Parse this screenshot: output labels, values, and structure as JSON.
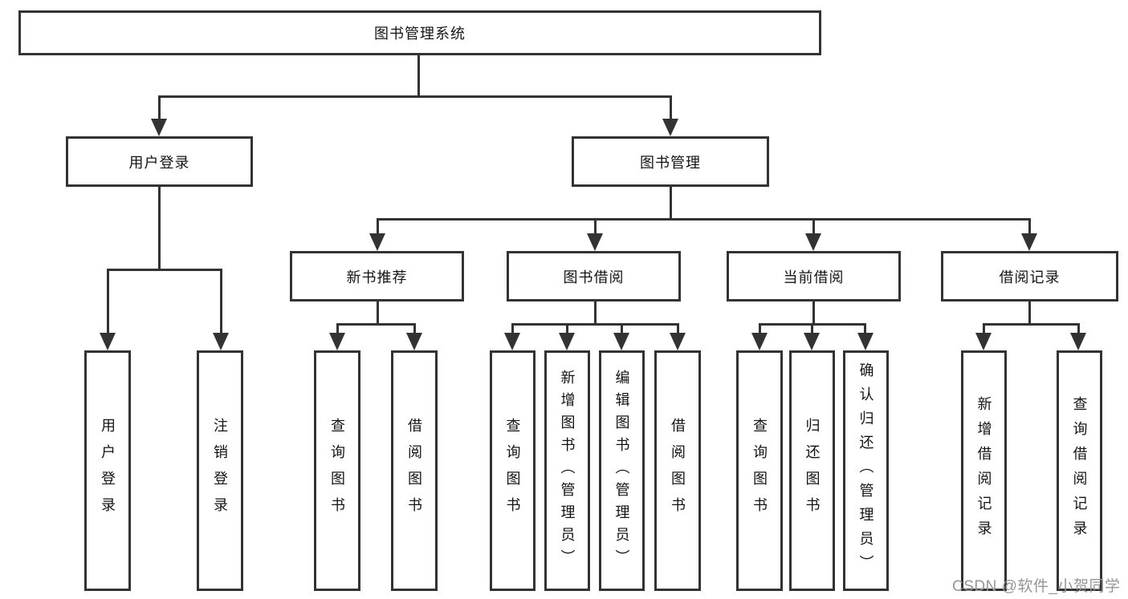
{
  "diagram": {
    "title": "图书管理系统",
    "root": {
      "label": "图书管理系统"
    },
    "branches": [
      {
        "label": "用户登录",
        "children": [
          {
            "label": "用户登录"
          },
          {
            "label": "注销登录"
          }
        ]
      },
      {
        "label": "图书管理",
        "children": [
          {
            "label": "新书推荐",
            "children": [
              {
                "label": "查询图书"
              },
              {
                "label": "借阅图书"
              }
            ]
          },
          {
            "label": "图书借阅",
            "children": [
              {
                "label": "查询图书"
              },
              {
                "label": "新增图书（管理员）"
              },
              {
                "label": "编辑图书（管理员）"
              },
              {
                "label": "借阅图书"
              }
            ]
          },
          {
            "label": "当前借阅",
            "children": [
              {
                "label": "查询图书"
              },
              {
                "label": "归还图书"
              },
              {
                "label": "确认归还（管理员）"
              }
            ]
          },
          {
            "label": "借阅记录",
            "children": [
              {
                "label": "新增借阅记录"
              },
              {
                "label": "查询借阅记录"
              }
            ]
          }
        ]
      }
    ]
  },
  "watermark": {
    "text": "CSDN @软件_小贺同学"
  },
  "colors": {
    "line": "#333333",
    "box_border": "#333333",
    "box_fill": "#ffffff",
    "text": "#141414",
    "watermark": "#969696"
  }
}
